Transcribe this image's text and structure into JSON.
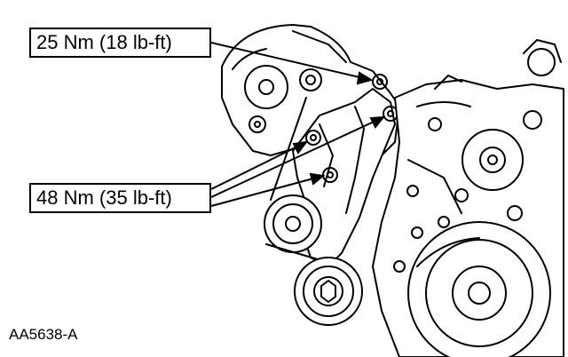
{
  "callouts": {
    "top_torque": "25 Nm (18 lb-ft)",
    "bottom_torque": "48 Nm (35 lb-ft)"
  },
  "figure_id": "AA5638-A",
  "colors": {
    "line": "#000000",
    "background": "#ffffff"
  }
}
